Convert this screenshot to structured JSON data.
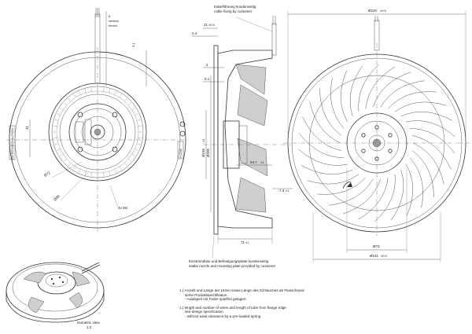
{
  "front_view": {
    "dim_1_1": "1.)",
    "dim_41": "41",
    "dim_phi72": "Ø72",
    "dim_638": "Ø38",
    "dim_4x_m4": "4x M4",
    "wire_note_1": "8",
    "wire_note_2": "vertical",
    "wire_note_3": "tinned",
    "label_left_1": "CAUTION",
    "label_left_2": "ROTATION",
    "label_right": "FLOW"
  },
  "side_view": {
    "callout_top_de": "Kabelführung kundenseitig",
    "callout_top_en": "cable fixing by customer",
    "dim_21": "21",
    "dim_21_tol": "±0.5",
    "dim_04": "0.4",
    "dim_2": "2",
    "dim_81": "8.1",
    "dim_phi155": "Ø155",
    "dim_phi155_tol": "±1",
    "dim_phi205": "Ø205",
    "dim_537": "53.7",
    "dim_537_tol": "±1",
    "dim_73": "7.3",
    "dim_73_tol": "±1",
    "dim_71": "71",
    "dim_71_tol": "±1",
    "callout_bottom_de": "Einströmdüse und Befestigungsplatte kundenseitig",
    "callout_bottom_en": "intake nozzle and mounting plate provided by customer"
  },
  "rear_view": {
    "dim_phi220": "Ø220",
    "dim_phi220_tol": "±0.5",
    "dim_phi72": "Ø72",
    "dim_phi161": "Ø161",
    "dim_phi161_tol": "±0.5"
  },
  "iso_view": {
    "caption_de": "Isometric view",
    "caption_scale": "1:2"
  },
  "notes": {
    "de_1": "1.) Anzahl und Länge der Litzen sowie Länge des Schlauches ab Flanschrand",
    "de_2": "siehe Produktspezifikation",
    "de_3": "- Axialspiel mit Feder spielfrei gelagert",
    "en_1": "1.) length and number of wires and length of tube from flange edge",
    "en_2": "see design specification",
    "en_3": "- without axial clearance by a pre-loaded spring"
  }
}
